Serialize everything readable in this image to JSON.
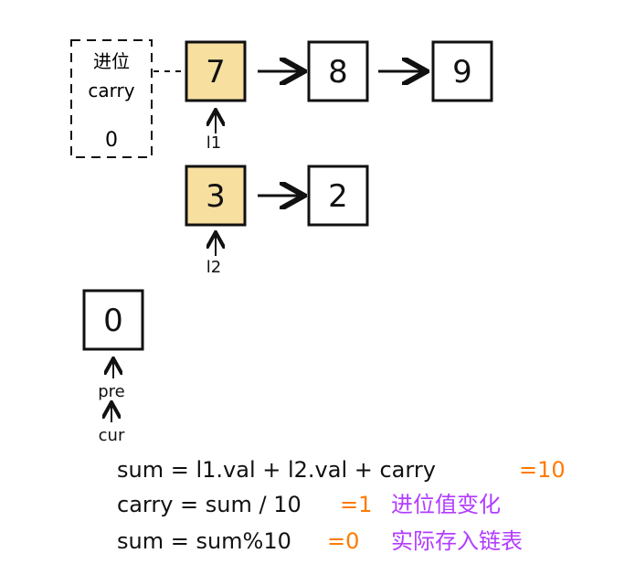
{
  "colors": {
    "highlight_fill": "#f7dfa0",
    "stroke": "#111111",
    "orange": "#ff7a00",
    "purple": "#b23cff"
  },
  "carry_box": {
    "title_cn": "进位",
    "title_en": "carry",
    "value": "0"
  },
  "list1": {
    "nodes": [
      "7",
      "8",
      "9"
    ],
    "pointer_label": "l1"
  },
  "list2": {
    "nodes": [
      "3",
      "2"
    ],
    "pointer_label": "l2"
  },
  "dummy": {
    "value": "0",
    "pointer_labels": [
      "pre",
      "cur"
    ]
  },
  "equations": [
    {
      "formula": "sum = l1.val + l2.val + carry",
      "result": "=10",
      "note": ""
    },
    {
      "formula": "carry = sum / 10",
      "result": "=1",
      "note": "进位值变化"
    },
    {
      "formula": "sum = sum%10",
      "result": "=0",
      "note": "实际存入链表"
    }
  ]
}
